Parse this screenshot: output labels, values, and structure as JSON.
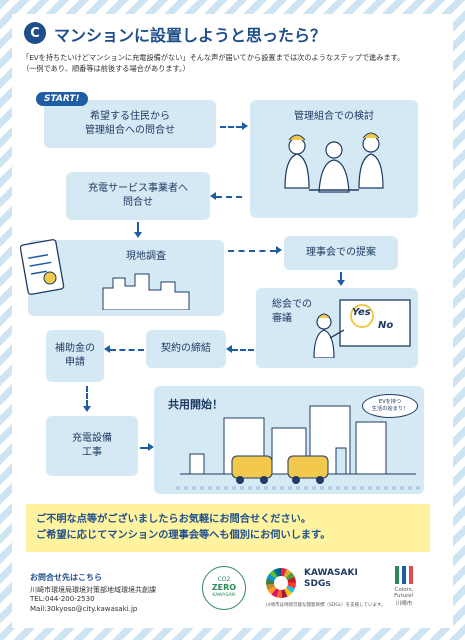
{
  "header": {
    "badge": "C",
    "title": "マンションに設置しようと思ったら？",
    "intro_line1": "「EVを持ちたいけどマンションに充電設備がない」そんな声が届いてから設置までは次のようなステップで進みます。",
    "intro_line2": "（一例であり、順番等は前後する場合があります。）"
  },
  "flow": {
    "start": "START!",
    "step1_line1": "希望する住民から",
    "step1_line2": "管理組合への問合せ",
    "step2": "管理組合での検討",
    "step3_line1": "充電サービス事業者へ",
    "step3_line2": "問合せ",
    "step4": "現地調査",
    "step5": "理事会での提案",
    "step6_line1": "総会での",
    "step6_line2": "審議",
    "board_yes": "Yes",
    "board_no": "No",
    "step7": "契約の締結",
    "step8_line1": "補助金の",
    "step8_line2": "申請",
    "step9_line1": "充電設備",
    "step9_line2": "工事",
    "step10": "共用開始！",
    "bubble_line1": "EVを持つ",
    "bubble_line2": "生活の始まり！"
  },
  "notice": {
    "line1": "ご不明な点等がございましたらお気軽にお問合せください。",
    "line2": "ご希望に応じてマンションの理事会等へも個別にお伺いします。"
  },
  "contact": {
    "heading": "お問合せ先はこちら",
    "dept": "川崎市環境局環境対策部地域環境共創課",
    "tel": "TEL:044-200-2530",
    "mail": "Mail:30kyoso@city.kawasaki.jp"
  },
  "logos": {
    "co2_line1": "CO2",
    "co2_line2": "ZERO",
    "co2_line3": "KAWASAKI",
    "kawasaki_line1": "KAWASAKI",
    "kawasaki_line2": "SDGs",
    "sdgs_caption": "川崎市は持続可能な開発目標（SDGs）を支援しています。",
    "cf_slogan": "Colors, Future!",
    "cf_city": "川崎市"
  },
  "colors": {
    "accent": "#1f5ca6",
    "box": "#d5e9f5",
    "notice_bg": "#fff3a0"
  }
}
